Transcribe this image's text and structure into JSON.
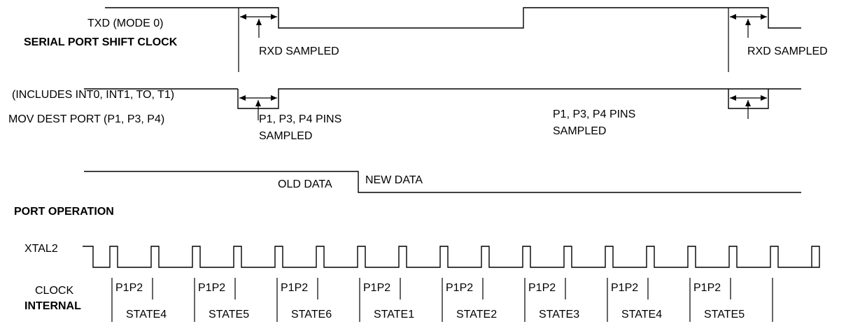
{
  "labels": {
    "txd": "TXD (MODE 0)",
    "shift_clock": "SERIAL PORT SHIFT CLOCK",
    "rxd_sampled_1": "RXD SAMPLED",
    "rxd_sampled_2": "RXD SAMPLED",
    "includes": "(INCLUDES INT0, INT1, TO, T1)",
    "mov_dest": "MOV DEST PORT (P1, P3, P4)",
    "pins_sampled_1_line1": "P1, P3,  P4 PINS",
    "pins_sampled_1_line2": "SAMPLED",
    "pins_sampled_2_line1": "P1, P3, P4 PINS",
    "pins_sampled_2_line2": "SAMPLED",
    "old_data": "OLD DATA",
    "new_data": "NEW DATA",
    "port_operation": "PORT OPERATION",
    "xtal2": "XTAL2",
    "clock": "CLOCK",
    "internal": "INTERNAL"
  },
  "phase_label": "P1P2",
  "states": [
    "STATE4",
    "STATE5",
    "STATE6",
    "STATE1",
    "STATE2",
    "STATE3",
    "STATE4",
    "STATE5"
  ]
}
